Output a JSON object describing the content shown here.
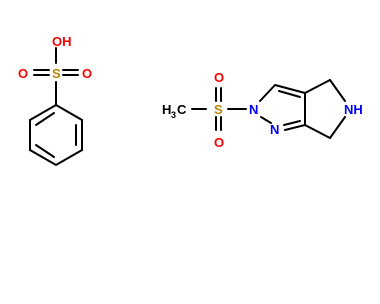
{
  "benzenesulfonic_acid": {
    "hydroxyl": "OH",
    "sulfur": "S",
    "oxygen_left": "O",
    "oxygen_right": "O"
  },
  "methylsulfonyl_pyrrolopyrazole": {
    "methyl_h": "H",
    "methyl_subscript": "3",
    "methyl_c": "C",
    "sulfur": "S",
    "oxygen_top": "O",
    "oxygen_bottom": "O",
    "ring_n1": "N",
    "ring_n2": "N",
    "amine": "NH"
  },
  "colors": {
    "bond": "#000000",
    "oxygen": "#ff0000",
    "sulfur": "#b8860b",
    "nitrogen": "#0000ff",
    "carbon": "#000000"
  }
}
